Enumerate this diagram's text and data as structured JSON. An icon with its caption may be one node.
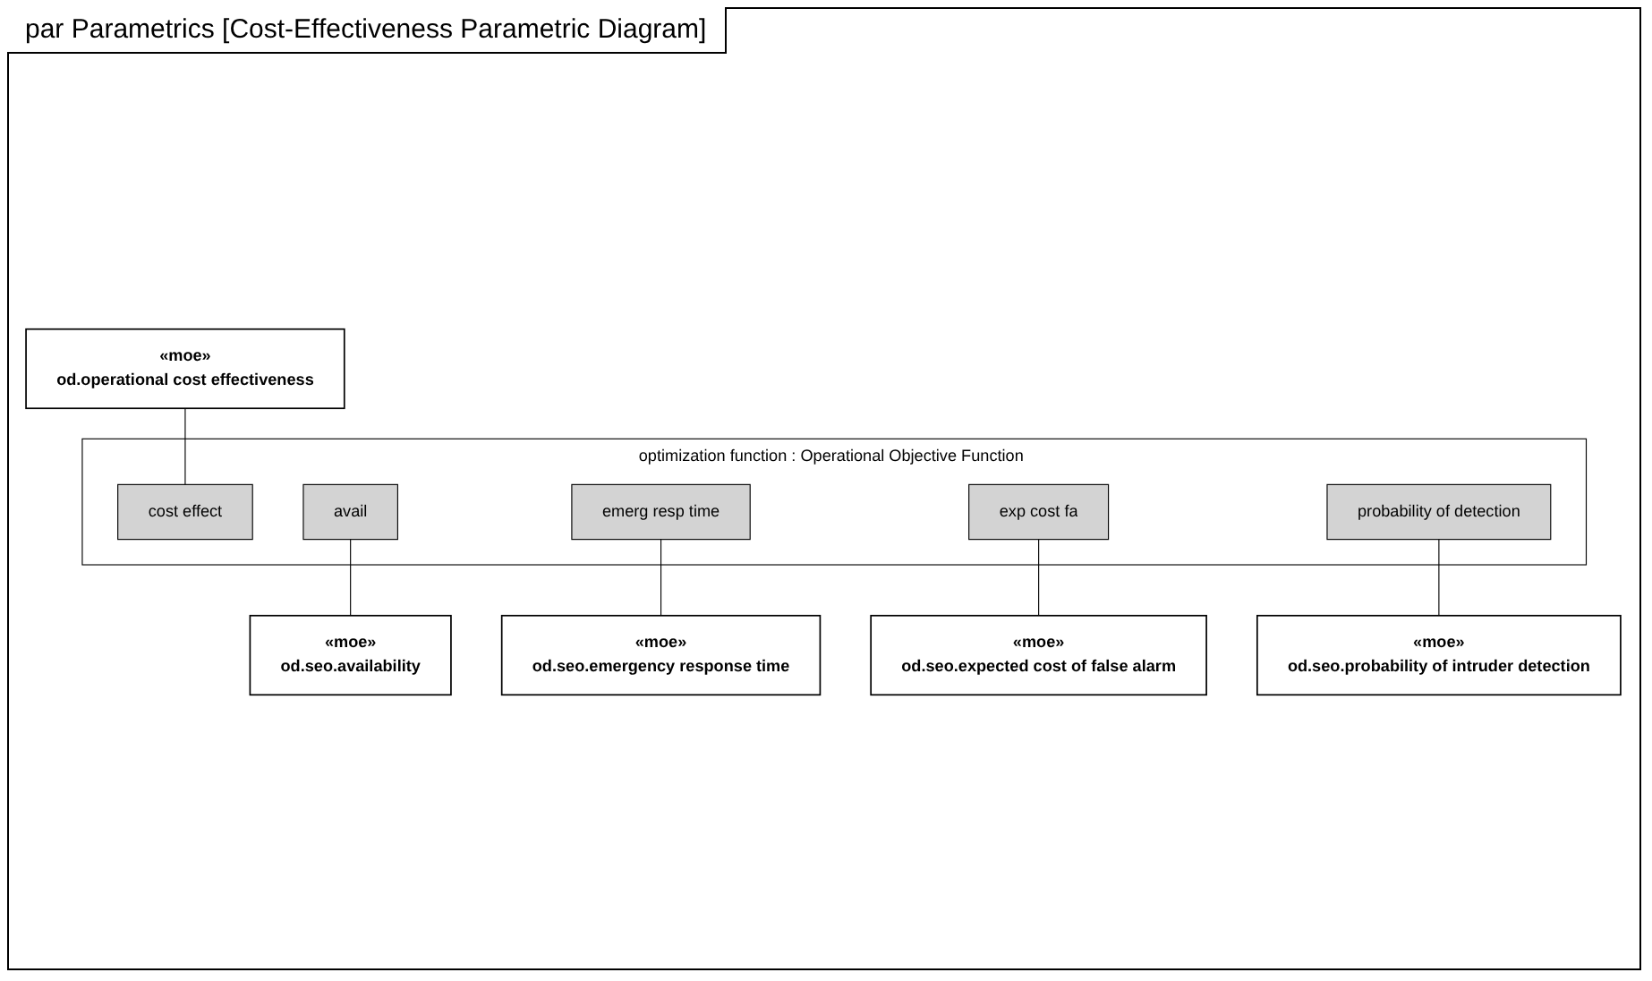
{
  "diagram": {
    "title": "par Parametrics [Cost-Effectiveness Parametric Diagram]",
    "nodes": [
      {
        "text": [
          "«moe»",
          "od.operational cost effectiveness"
        ]
      },
      {
        "text": [
          "optimization function : Operational Objective Function"
        ]
      },
      {
        "text": [
          "cost effect"
        ],
        "in": 1
      },
      {
        "text": [
          "avail"
        ],
        "in": 1
      },
      {
        "text": [
          "emerg resp time"
        ],
        "in": 1
      },
      {
        "text": [
          "exp cost fa"
        ],
        "in": 1
      },
      {
        "text": [
          "probability of detection"
        ],
        "in": 1
      },
      {
        "text": [
          "«moe»",
          "od.seo.availability"
        ]
      },
      {
        "text": [
          "«moe»",
          "od.seo.expected cost of false alarm"
        ]
      },
      {
        "text": [
          "«moe»",
          "od.seo.emergency response time"
        ]
      },
      {
        "text": [
          "«moe»",
          "od.seo.probability of intruder detection"
        ]
      }
    ],
    "edges": [
      {
        "from": 0,
        "to": 2,
        "arrow": "none"
      },
      {
        "from": 3,
        "to": 7,
        "arrow": "none"
      },
      {
        "from": 4,
        "to": 9,
        "arrow": "none"
      },
      {
        "from": 5,
        "to": 8,
        "arrow": "none"
      },
      {
        "from": 6,
        "to": 10,
        "arrow": "none"
      }
    ]
  }
}
